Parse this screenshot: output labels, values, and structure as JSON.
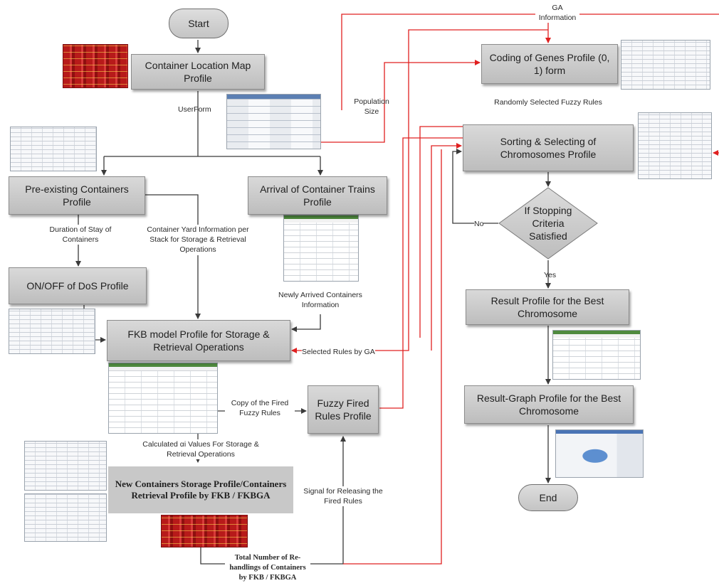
{
  "terminals": {
    "start": "Start",
    "end": "End"
  },
  "boxes": {
    "container_location_map": "Container Location Map Profile",
    "pre_existing": "Pre-existing Containers Profile",
    "arrival_trains": "Arrival of Container Trains Profile",
    "onoff_dos": "ON/OFF of DoS Profile",
    "fkb_model": "FKB model Profile for Storage & Retrieval Operations",
    "fuzzy_fired": "Fuzzy Fired Rules Profile",
    "new_containers": "New Containers Storage Profile/Containers Retrieval Profile by FKB / FKBGA",
    "coding_genes": "Coding of Genes Profile (0, 1) form",
    "sorting_selecting": "Sorting & Selecting of Chromosomes Profile",
    "result_best": "Result Profile for the Best Chromosome",
    "result_graph": "Result-Graph Profile for the Best Chromosome"
  },
  "decision": {
    "text": "If Stopping Criteria Satisfied",
    "no": "No",
    "yes": "Yes"
  },
  "labels": {
    "userform": "UserForm",
    "ga_information": "GA Information",
    "population_size": "Population Size",
    "randomly_selected": "Randomly Selected Fuzzy Rules",
    "duration_of_stay": "Duration of Stay of Containers",
    "yard_information": "Container Yard Information per Stack for Storage & Retrieval Operations",
    "newly_arrived": "Newly Arrived Containers Information",
    "selected_rules_ga": "Selected Rules by GA",
    "copy_fired": "Copy of the Fired Fuzzy Rules",
    "calculated_values": "Calculated αi Values For Storage & Retrieval Operations",
    "signal_releasing": "Signal for Releasing the Fired Rules",
    "total_rehandlings": "Total Number of Re-handlings of Containers by FKB / FKBGA"
  },
  "thumbnails": [
    "container-map-thumbnail",
    "userform-thumbnail",
    "pre-existing-sheet-thumbnail",
    "arrival-sheet-thumbnail",
    "dos-sheet-thumbnail",
    "fkb-sheet-thumbnail",
    "new-containers-sheet-thumbnail-1",
    "new-containers-sheet-thumbnail-2",
    "new-containers-map-thumbnail",
    "genes-sheet-thumbnail",
    "chromosome-sheet-thumbnail",
    "result-sheet-thumbnail",
    "result-graph-thumbnail"
  ],
  "colors": {
    "ga_arrows": "#e02020",
    "flow_arrows": "#3a3a3a",
    "box_fill": "#cfcfcf"
  }
}
